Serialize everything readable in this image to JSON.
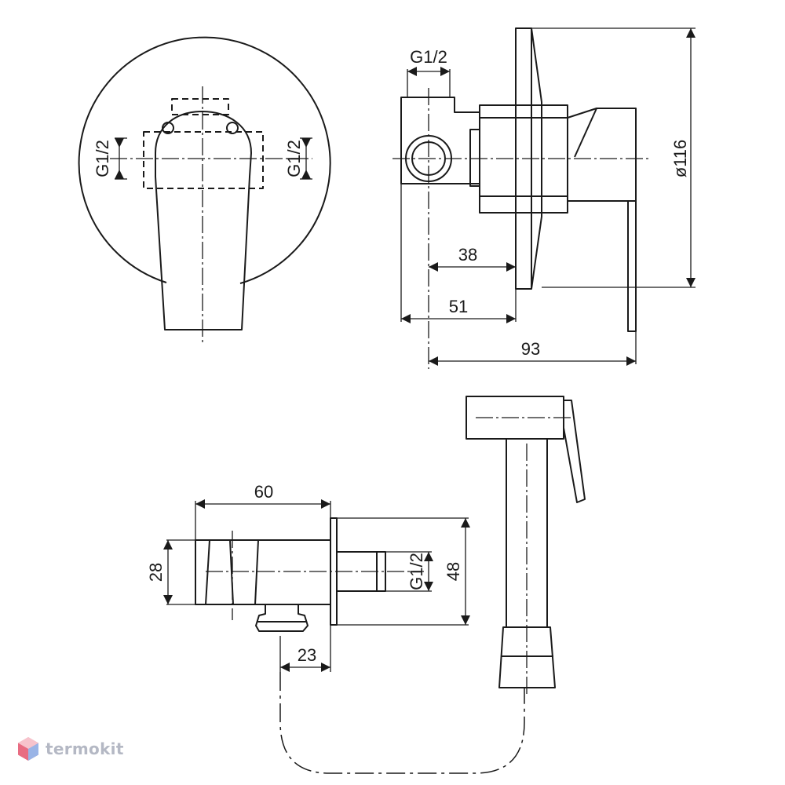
{
  "drawing": {
    "labels": {
      "front_left_thread": "G1/2",
      "front_right_thread": "G1/2",
      "side_top_thread": "G1/2",
      "diameter": "ø116",
      "dim_38": "38",
      "dim_51": "51",
      "dim_93": "93",
      "dim_60": "60",
      "dim_28": "28",
      "dim_48": "48",
      "dim_23": "23",
      "holder_thread": "G1/2"
    }
  },
  "logo": {
    "text": "termokit",
    "icon": "hexagon-logo-icon"
  }
}
